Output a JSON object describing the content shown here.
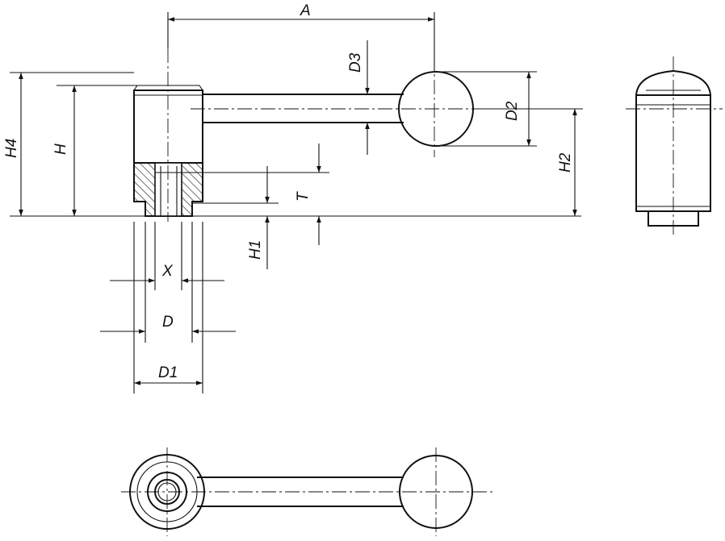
{
  "labels": {
    "A": "A",
    "D3": "D3",
    "D2": "D2",
    "H4": "H4",
    "H": "H",
    "H2": "H2",
    "T": "T",
    "H1": "H1",
    "X": "X",
    "D": "D",
    "D1": "D1"
  }
}
